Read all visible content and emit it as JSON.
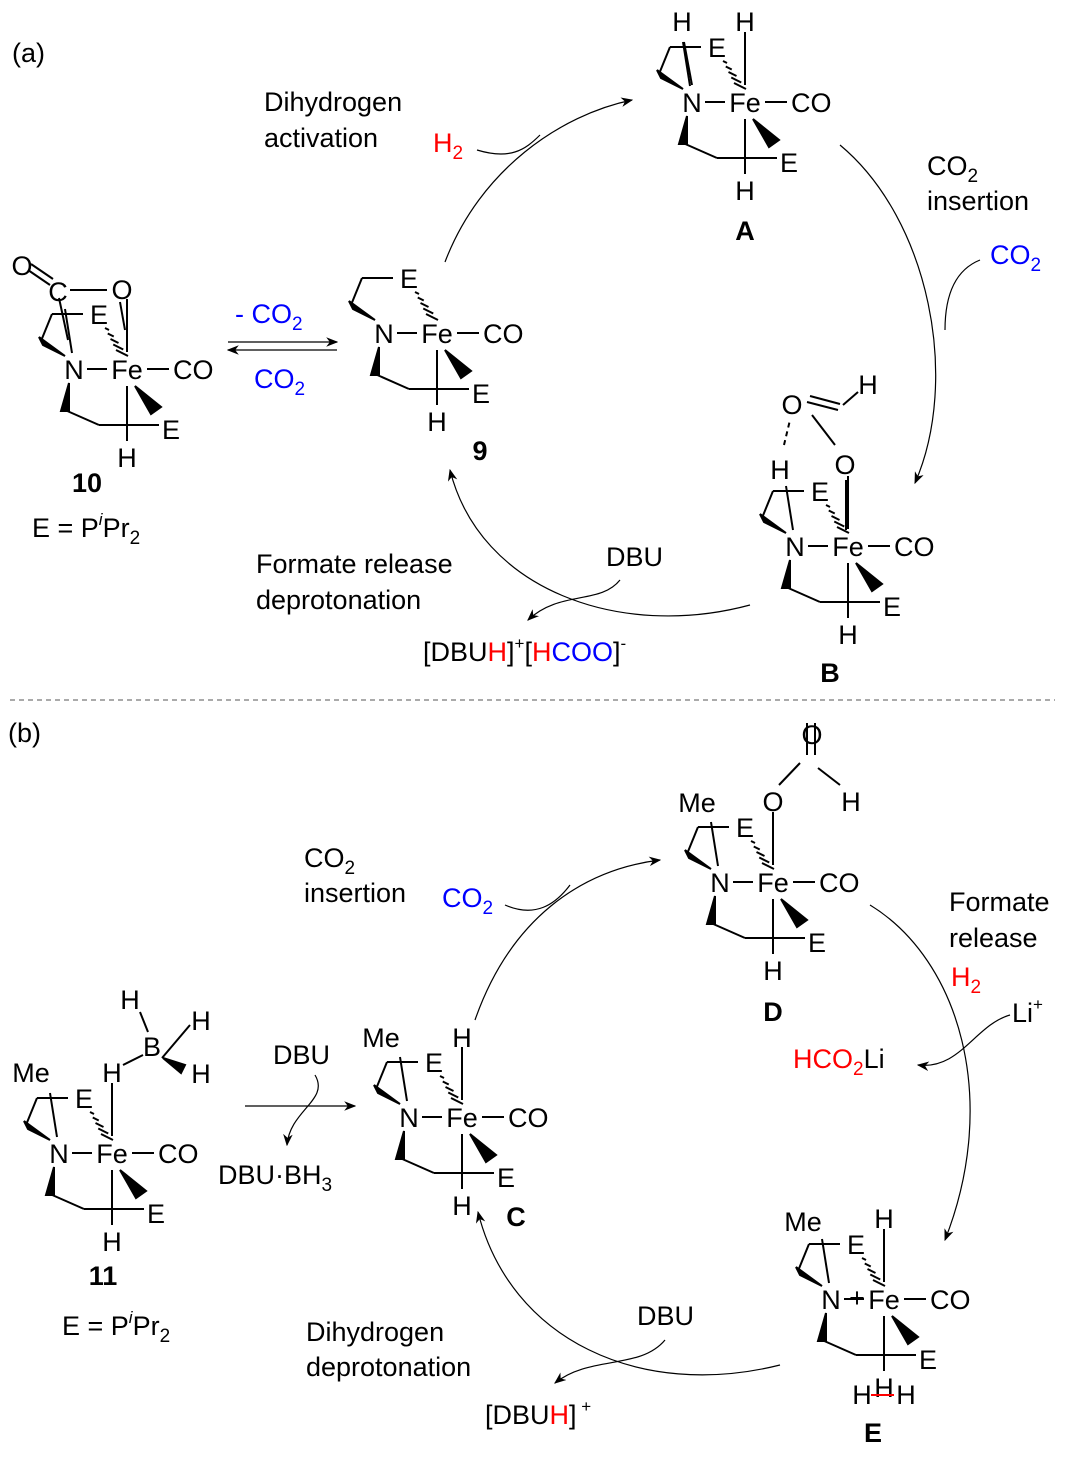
{
  "colors": {
    "red": "#ff0000",
    "blue": "#0000ff",
    "black": "#000000"
  },
  "labels": {
    "panel_a": [
      {
        "t": "(a)"
      }
    ],
    "dihydrogen_1": [
      {
        "t": "Dihydrogen"
      }
    ],
    "activation": [
      {
        "t": "activation"
      }
    ],
    "h2_a": [
      {
        "t": "H",
        "c": "red"
      },
      {
        "t": "2",
        "c": "red",
        "sub": true
      }
    ],
    "co2_label_1": [
      {
        "t": "CO"
      },
      {
        "t": "2",
        "sub": true
      }
    ],
    "insertion_1": [
      {
        "t": "insertion"
      }
    ],
    "co2_a": [
      {
        "t": "CO",
        "c": "blue"
      },
      {
        "t": "2",
        "c": "blue",
        "sub": true
      }
    ],
    "minus_co2": [
      {
        "t": "- CO",
        "c": "blue"
      },
      {
        "t": "2",
        "c": "blue",
        "sub": true
      }
    ],
    "plus_co2": [
      {
        "t": "CO",
        "c": "blue"
      },
      {
        "t": "2",
        "c": "blue",
        "sub": true
      }
    ],
    "formate_release_1": [
      {
        "t": "Formate release"
      }
    ],
    "deprotonation_1": [
      {
        "t": "deprotonation"
      }
    ],
    "dbu_a": [
      {
        "t": "DBU"
      }
    ],
    "dbuh_hcoo": [
      {
        "t": "[DBU"
      },
      {
        "t": "H",
        "c": "red"
      },
      {
        "t": "]"
      },
      {
        "t": "+",
        "sup": true
      },
      {
        "t": "["
      },
      {
        "t": "H",
        "c": "red"
      },
      {
        "t": "COO",
        "c": "blue"
      },
      {
        "t": "]"
      },
      {
        "t": "-",
        "sup": true
      }
    ],
    "e_def_a": [
      {
        "t": "E = P"
      },
      {
        "t": "i",
        "sup": true,
        "it": true
      },
      {
        "t": "Pr"
      },
      {
        "t": "2",
        "sub": true
      }
    ],
    "panel_b": [
      {
        "t": "(b)"
      }
    ],
    "co2_label_2": [
      {
        "t": "CO"
      },
      {
        "t": "2",
        "sub": true
      }
    ],
    "insertion_2": [
      {
        "t": "insertion"
      }
    ],
    "co2_b": [
      {
        "t": "CO",
        "c": "blue"
      },
      {
        "t": "2",
        "c": "blue",
        "sub": true
      }
    ],
    "formate_2": [
      {
        "t": "Formate"
      }
    ],
    "release_2": [
      {
        "t": "release"
      }
    ],
    "h2_b": [
      {
        "t": "H",
        "c": "red"
      },
      {
        "t": "2",
        "c": "red",
        "sub": true
      }
    ],
    "li_plus": [
      {
        "t": "Li"
      },
      {
        "t": "+",
        "sup": true
      }
    ],
    "hco2li": [
      {
        "t": "HCO",
        "c": "red"
      },
      {
        "t": "2",
        "c": "red",
        "sub": true
      },
      {
        "t": "Li"
      }
    ],
    "dbu_b1": [
      {
        "t": "DBU"
      }
    ],
    "dbu_bh3": [
      {
        "t": "DBU"
      },
      {
        "t": "·"
      },
      {
        "t": "BH"
      },
      {
        "t": "3",
        "sub": true
      }
    ],
    "dbu_b2": [
      {
        "t": "DBU"
      }
    ],
    "dihydrogen_2": [
      {
        "t": "Dihydrogen"
      }
    ],
    "deprotonation_2": [
      {
        "t": "deprotonation"
      }
    ],
    "dbuh_plus": [
      {
        "t": "[DBU"
      },
      {
        "t": "H",
        "c": "red"
      },
      {
        "t": "]"
      },
      {
        "t": " +",
        "sup": true
      }
    ],
    "e_def_b": [
      {
        "t": "E = P"
      },
      {
        "t": "i",
        "sup": true,
        "it": true
      },
      {
        "t": "Pr"
      },
      {
        "t": "2",
        "sub": true
      }
    ]
  },
  "complexes": {
    "A": {
      "id": "A",
      "n": "N",
      "fe": "Fe",
      "co": "CO",
      "e": "E",
      "h": "H",
      "atoms": [
        {
          "t": "H",
          "c": "red"
        },
        {
          "t": "H",
          "c": "red"
        }
      ]
    },
    "c9": {
      "id": "9",
      "n": "N",
      "fe": "Fe",
      "co": "CO",
      "e": "E",
      "h": "H",
      "atoms": []
    },
    "c10": {
      "id": "10",
      "n": "N",
      "fe": "Fe",
      "co": "CO",
      "e": "E",
      "h": "H",
      "atoms": [
        {
          "t": "O",
          "c": "blue"
        },
        {
          "t": "C",
          "c": "blue"
        },
        {
          "t": "O",
          "c": "blue"
        }
      ]
    },
    "B": {
      "id": "B",
      "n": "N",
      "fe": "Fe",
      "co": "CO",
      "e": "E",
      "h": "H",
      "atoms": [
        {
          "t": "H",
          "c": "red"
        },
        {
          "t": "O",
          "c": "blue"
        },
        {
          "t": "O",
          "c": "blue"
        },
        {
          "t": "H",
          "c": "red"
        }
      ]
    },
    "D": {
      "id": "D",
      "n": "N",
      "fe": "Fe",
      "co": "CO",
      "e": "E",
      "h": "H",
      "atoms": [
        {
          "t": "Me"
        },
        {
          "t": "O",
          "c": "blue"
        },
        {
          "t": "O",
          "c": "blue"
        },
        {
          "t": "H",
          "c": "red"
        }
      ]
    },
    "C": {
      "id": "C",
      "n": "N",
      "fe": "Fe",
      "co": "CO",
      "e": "E",
      "h": "H",
      "atoms": [
        {
          "t": "Me"
        },
        {
          "t": "H",
          "c": "red"
        }
      ]
    },
    "c11": {
      "id": "11",
      "n": "N",
      "fe": "Fe",
      "co": "CO",
      "e": "E",
      "h": "H",
      "atoms": [
        {
          "t": "Me"
        },
        {
          "t": "H",
          "c": "red"
        },
        {
          "t": "B"
        },
        {
          "t": "H"
        },
        {
          "t": "H"
        },
        {
          "t": "H"
        }
      ]
    },
    "E": {
      "id": "E",
      "n": "N",
      "fe": "Fe",
      "co": "CO",
      "e": "E",
      "h": "H",
      "atoms": [
        {
          "t": "Me"
        },
        {
          "t": "H"
        },
        {
          "t": "+"
        },
        {
          "t": "H",
          "c": "red"
        },
        {
          "t": "H",
          "c": "red"
        }
      ]
    }
  }
}
